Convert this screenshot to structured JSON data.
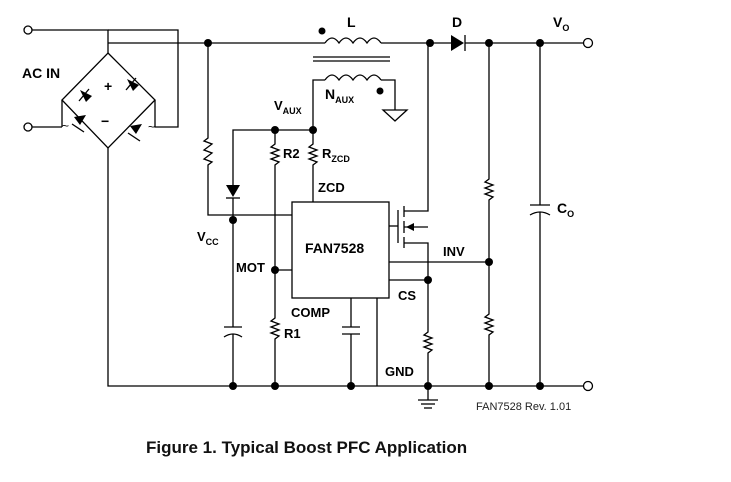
{
  "labels": {
    "ac_in": "AC IN",
    "inductor": "L",
    "aux_winding": "N",
    "aux_winding_sub": "AUX",
    "diode": "D",
    "vout": "V",
    "vout_sub": "O",
    "vaux": "V",
    "vaux_sub": "AUX",
    "r2": "R2",
    "rzcd": "R",
    "rzcd_sub": "ZCD",
    "zcd_pin": "ZCD",
    "vcc": "V",
    "vcc_sub": "CC",
    "chip": "FAN7528",
    "inv_pin": "INV",
    "mot_pin": "MOT",
    "cs_pin": "CS",
    "comp_pin": "COMP",
    "r1": "R1",
    "gnd_pin": "GND",
    "cap_out": "C",
    "cap_out_sub": "O",
    "bridge_plus": "+",
    "bridge_minus": "−",
    "revision": "FAN7528 Rev. 1.01"
  },
  "caption": "Figure 1. Typical Boost PFC Application"
}
